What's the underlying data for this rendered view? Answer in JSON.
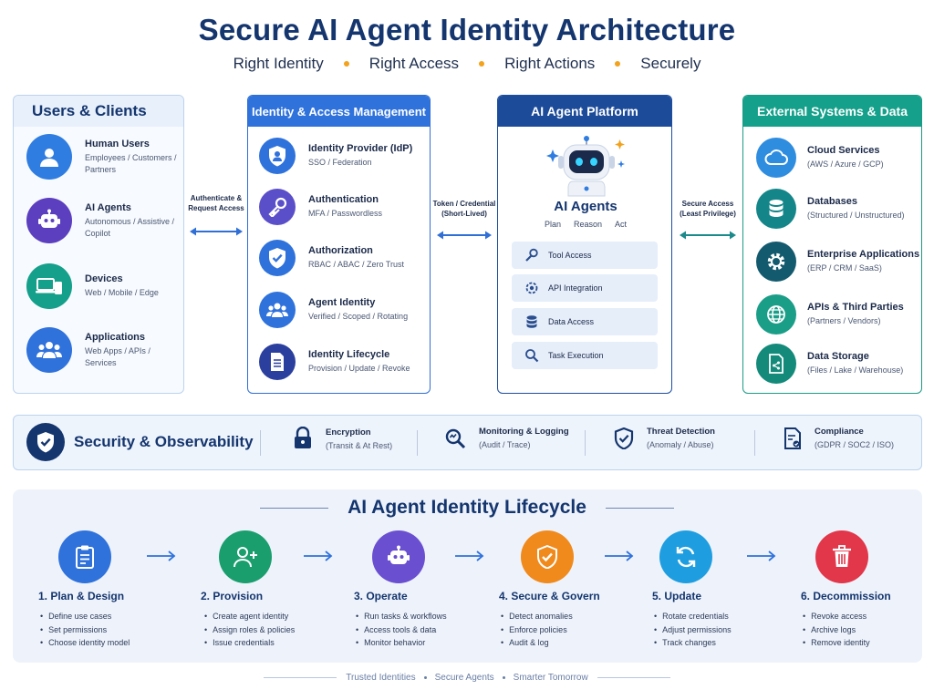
{
  "header": {
    "title": "Secure AI Agent Identity  Architecture",
    "tagline": [
      "Right Identity",
      "Right Access",
      "Right Actions",
      "Securely"
    ]
  },
  "users": {
    "title": "Users & Clients",
    "items": [
      {
        "name": "Human Users",
        "desc": "Employees / Customers / Partners",
        "icon": "person-icon",
        "color": "#2f7de1"
      },
      {
        "name": "AI Agents",
        "desc": "Autonomous / Assistive / Copilot",
        "icon": "robot-icon",
        "color": "#5b3fbf"
      },
      {
        "name": "Devices",
        "desc": "Web / Mobile / Edge",
        "icon": "devices-icon",
        "color": "#14a08a"
      },
      {
        "name": "Applications",
        "desc": "Web Apps / APIs / Services",
        "icon": "group-icon",
        "color": "#2f72dc"
      }
    ]
  },
  "connectors": {
    "users_iam": "Authenticate & Request Access",
    "iam_platform": "Token / Credential (Short-Lived)",
    "platform_ext": "Secure Access (Least Privilege)"
  },
  "iam": {
    "title": "Identity & Access Management",
    "items": [
      {
        "name": "Identity Provider (IdP)",
        "desc": "SSO / Federation",
        "icon": "shield-person-icon",
        "color": "#2f72dc"
      },
      {
        "name": "Authentication",
        "desc": "MFA / Passwordless",
        "icon": "key-icon",
        "color": "#5a4fc9"
      },
      {
        "name": "Authorization",
        "desc": "RBAC / ABAC / Zero Trust",
        "icon": "shield-check-icon",
        "color": "#2f72dc"
      },
      {
        "name": "Agent Identity",
        "desc": "Verified / Scoped / Rotating",
        "icon": "people-icon",
        "color": "#2f72dc"
      },
      {
        "name": "Identity Lifecycle",
        "desc": "Provision / Update / Revoke",
        "icon": "document-icon",
        "color": "#2b3f9e"
      }
    ]
  },
  "platform": {
    "title": "AI Agent Platform",
    "agent_name": "AI Agents",
    "agent_modes": [
      "Plan",
      "Reason",
      "Act"
    ],
    "tools": [
      {
        "label": "Tool Access",
        "icon": "wrench-icon"
      },
      {
        "label": "API Integration",
        "icon": "gear-icon"
      },
      {
        "label": "Data Access",
        "icon": "database-icon"
      },
      {
        "label": "Task Execution",
        "icon": "search-icon"
      }
    ]
  },
  "external": {
    "title": "External Systems & Data",
    "items": [
      {
        "name": "Cloud Services",
        "desc": "(AWS / Azure / GCP)",
        "icon": "cloud-icon",
        "color": "#2f8de0"
      },
      {
        "name": "Databases",
        "desc": "(Structured / Unstructured)",
        "icon": "database-icon",
        "color": "#14868a"
      },
      {
        "name": "Enterprise Applications",
        "desc": "(ERP / CRM / SaaS)",
        "icon": "gear-icon",
        "color": "#145a6e"
      },
      {
        "name": "APIs & Third Parties",
        "desc": "(Partners / Vendors)",
        "icon": "globe-icon",
        "color": "#1a9e88"
      },
      {
        "name": "Data Storage",
        "desc": "(Files / Lake / Warehouse)",
        "icon": "file-icon",
        "color": "#148a7a"
      }
    ]
  },
  "security": {
    "title": "Security & Observability",
    "items": [
      {
        "name": "Encryption",
        "desc": "(Transit & At Rest)",
        "icon": "lock-icon"
      },
      {
        "name": "Monitoring & Logging",
        "desc": "(Audit / Trace)",
        "icon": "magnifier-icon"
      },
      {
        "name": "Threat Detection",
        "desc": "(Anomaly / Abuse)",
        "icon": "shield-check-icon"
      },
      {
        "name": "Compliance",
        "desc": "(GDPR / SOC2 / ISO)",
        "icon": "checklist-icon"
      }
    ]
  },
  "lifecycle": {
    "title": "AI Agent Identity Lifecycle",
    "steps": [
      {
        "name": "1. Plan & Design",
        "color": "#2f72dc",
        "icon": "clipboard-icon",
        "bullets": [
          "Define use cases",
          "Set permissions",
          "Choose identity model"
        ]
      },
      {
        "name": "2. Provision",
        "color": "#1a9e6e",
        "icon": "add-user-icon",
        "bullets": [
          "Create agent identity",
          "Assign roles & policies",
          "Issue credentials"
        ]
      },
      {
        "name": "3. Operate",
        "color": "#6a4fd0",
        "icon": "robot-icon",
        "bullets": [
          "Run tasks & workflows",
          "Access tools & data",
          "Monitor behavior"
        ]
      },
      {
        "name": "4. Secure & Govern",
        "color": "#f08a1c",
        "icon": "shield-check-icon",
        "bullets": [
          "Detect anomalies",
          "Enforce policies",
          "Audit & log"
        ]
      },
      {
        "name": "5. Update",
        "color": "#1e9ee0",
        "icon": "refresh-icon",
        "bullets": [
          "Rotate credentials",
          "Adjust permissions",
          "Track changes"
        ]
      },
      {
        "name": "6. Decommission",
        "color": "#e2364a",
        "icon": "trash-icon",
        "bullets": [
          "Revoke access",
          "Archive logs",
          "Remove identity"
        ]
      }
    ]
  },
  "footer": [
    "Trusted Identities",
    "Secure Agents",
    "Smarter Tomorrow"
  ]
}
